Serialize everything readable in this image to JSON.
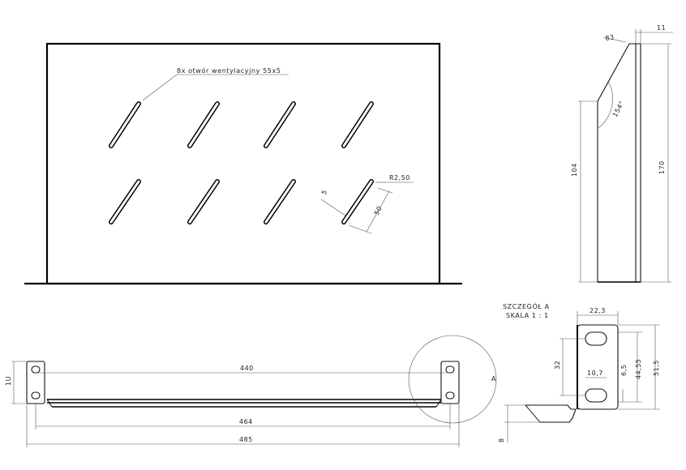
{
  "front_view": {
    "vent_note": "8x otwór wentylacyjny 55x5",
    "dim_radius": "R2,50",
    "dim_slot_length": "50",
    "dim_slot_width": "5"
  },
  "side_view": {
    "dim_top_width": "11",
    "dim_top_inner": "83",
    "dim_angle": "154°",
    "dim_height_lower": "104",
    "dim_height_total": "170"
  },
  "bottom_view": {
    "dim_rack_unit": "1U",
    "dim_inner": "440",
    "dim_mid": "464",
    "dim_outer": "485",
    "detail_marker": "A"
  },
  "detail": {
    "title": "SZCZEGÓŁ A",
    "scale": "SKALA 1 : 1",
    "dim_width": "22,3",
    "dim_left": "32",
    "dim_hole": "10,7",
    "dim_small": "6,5",
    "dim_mid": "44,55",
    "dim_total": "51,5",
    "dim_bottom": "8"
  }
}
